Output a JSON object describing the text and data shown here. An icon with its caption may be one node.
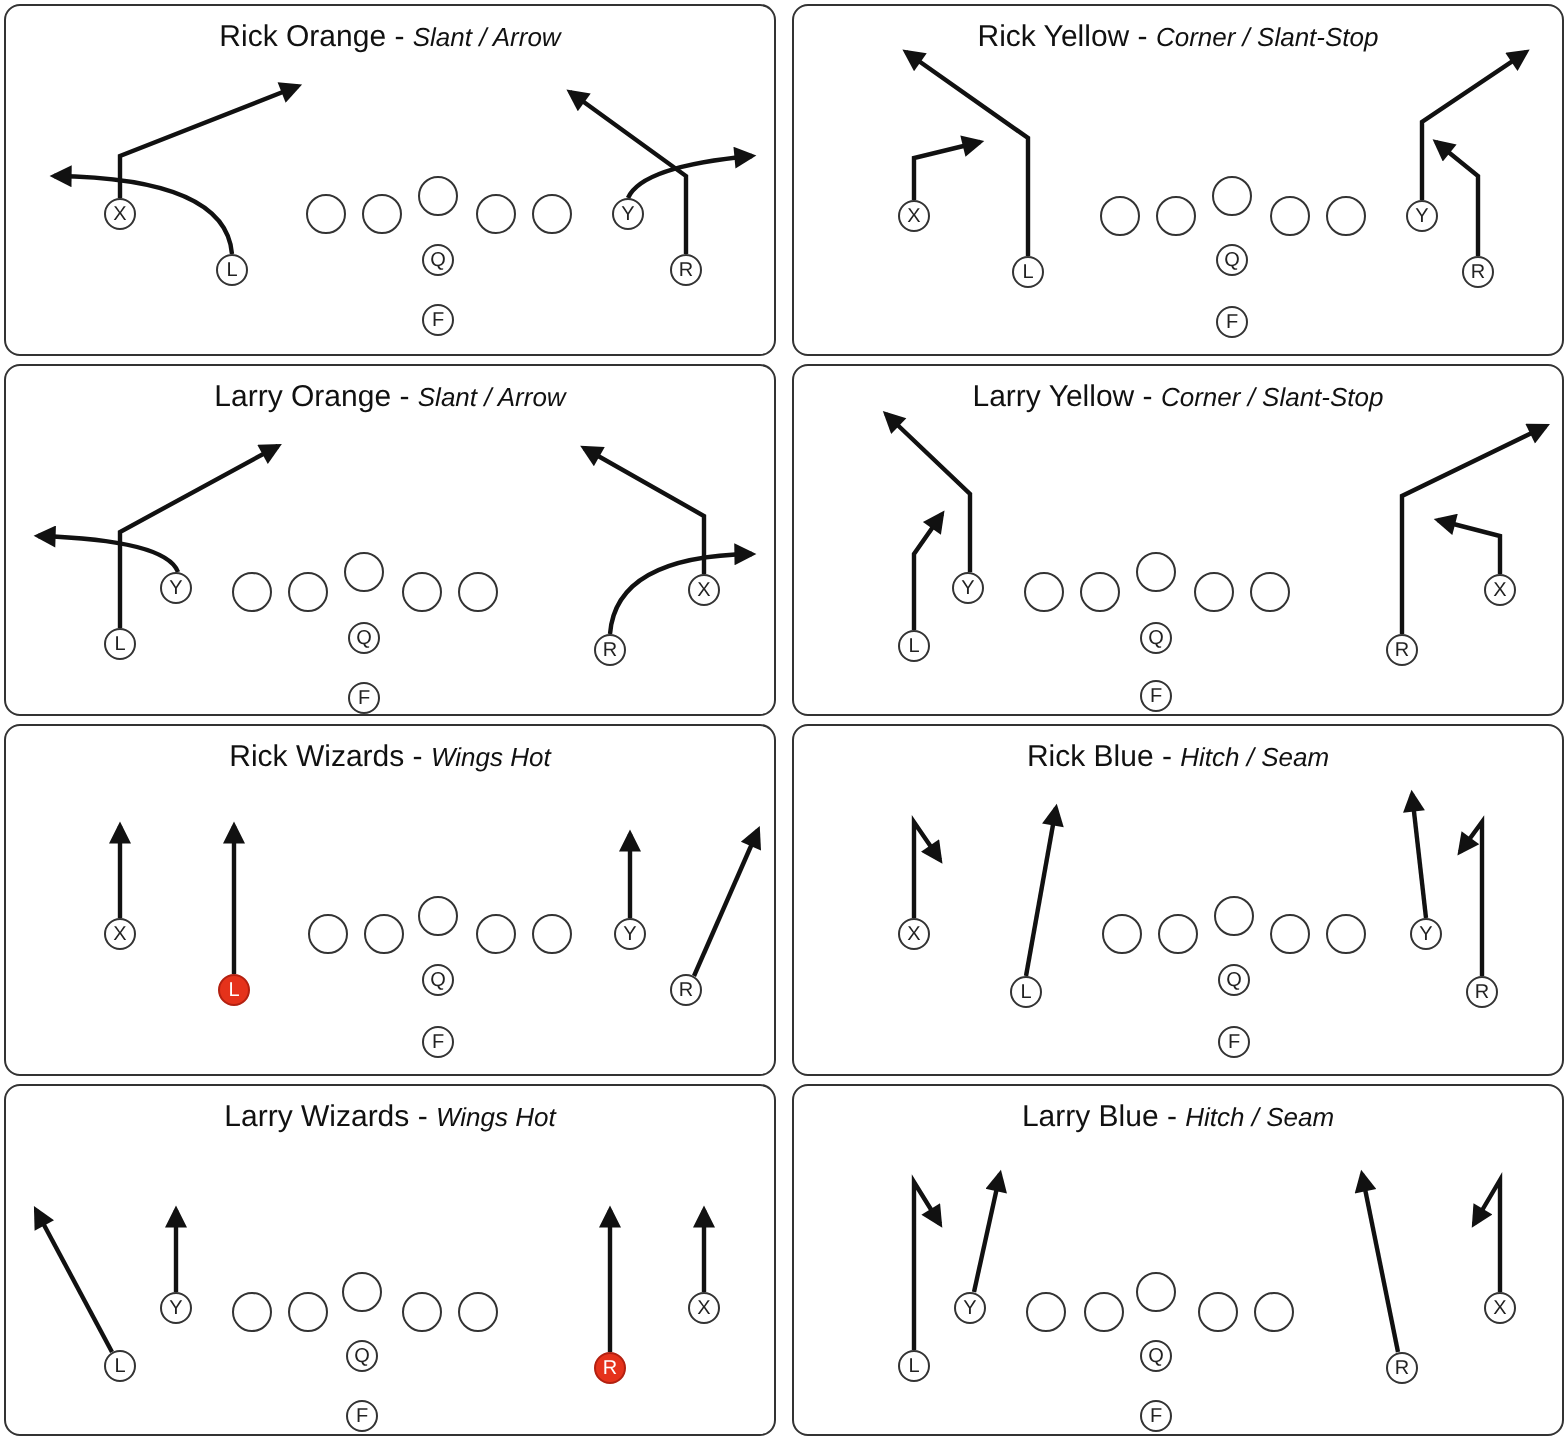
{
  "diagram": {
    "nodes": [
      {
        "text": [
          "Rick Orange - *Slant / Arrow*"
        ]
      },
      {
        "text": [
          "X"
        ],
        "in": 0
      },
      {
        "text": [
          "L"
        ],
        "in": 0
      },
      {
        "text": [],
        "shape": "circle",
        "in": 0
      },
      {
        "text": [],
        "shape": "circle",
        "in": 0
      },
      {
        "text": [],
        "shape": "circle",
        "in": 0
      },
      {
        "text": [],
        "shape": "circle",
        "in": 0
      },
      {
        "text": [],
        "shape": "circle",
        "in": 0
      },
      {
        "text": [
          "Q"
        ],
        "in": 0
      },
      {
        "text": [
          "F"
        ],
        "in": 0
      },
      {
        "text": [
          "Y"
        ],
        "in": 0
      },
      {
        "text": [
          "R"
        ],
        "in": 0
      },
      {
        "text": [
          "Rick Yellow - *Corner / Slant-Stop*"
        ]
      },
      {
        "text": [
          "X"
        ],
        "in": 12
      },
      {
        "text": [
          "L"
        ],
        "in": 12
      },
      {
        "text": [],
        "shape": "circle",
        "in": 12
      },
      {
        "text": [],
        "shape": "circle",
        "in": 12
      },
      {
        "text": [],
        "shape": "circle",
        "in": 12
      },
      {
        "text": [],
        "shape": "circle",
        "in": 12
      },
      {
        "text": [],
        "shape": "circle",
        "in": 12
      },
      {
        "text": [
          "Q"
        ],
        "in": 12
      },
      {
        "text": [
          "F"
        ],
        "in": 12
      },
      {
        "text": [
          "Y"
        ],
        "in": 12
      },
      {
        "text": [
          "R"
        ],
        "in": 12
      },
      {
        "text": [
          "Larry Orange - *Slant / Arrow*"
        ]
      },
      {
        "text": [
          "L"
        ],
        "in": 24
      },
      {
        "text": [
          "Y"
        ],
        "in": 24
      },
      {
        "text": [],
        "shape": "circle",
        "in": 24
      },
      {
        "text": [],
        "shape": "circle",
        "in": 24
      },
      {
        "text": [],
        "shape": "circle",
        "in": 24
      },
      {
        "text": [],
        "shape": "circle",
        "in": 24
      },
      {
        "text": [],
        "shape": "circle",
        "in": 24
      },
      {
        "text": [
          "Q"
        ],
        "in": 24
      },
      {
        "text": [
          "F"
        ],
        "in": 24
      },
      {
        "text": [
          "R"
        ],
        "in": 24
      },
      {
        "text": [
          "X"
        ],
        "in": 24
      },
      {
        "text": [
          "Larry Yellow - *Corner / Slant-Stop*"
        ]
      },
      {
        "text": [
          "L"
        ],
        "in": 36
      },
      {
        "text": [
          "Y"
        ],
        "in": 36
      },
      {
        "text": [],
        "shape": "circle",
        "in": 36
      },
      {
        "text": [],
        "shape": "circle",
        "in": 36
      },
      {
        "text": [],
        "shape": "circle",
        "in": 36
      },
      {
        "text": [],
        "shape": "circle",
        "in": 36
      },
      {
        "text": [],
        "shape": "circle",
        "in": 36
      },
      {
        "text": [
          "Q"
        ],
        "in": 36
      },
      {
        "text": [
          "F"
        ],
        "in": 36
      },
      {
        "text": [
          "R"
        ],
        "in": 36
      },
      {
        "text": [
          "X"
        ],
        "in": 36
      },
      {
        "text": [
          "Rick Wizards - *Wings Hot*"
        ]
      },
      {
        "text": [
          "X"
        ],
        "in": 48
      },
      {
        "text": [
          "L"
        ],
        "in": 48
      },
      {
        "text": [],
        "shape": "circle",
        "in": 48
      },
      {
        "text": [],
        "shape": "circle",
        "in": 48
      },
      {
        "text": [],
        "shape": "circle",
        "in": 48
      },
      {
        "text": [],
        "shape": "circle",
        "in": 48
      },
      {
        "text": [],
        "shape": "circle",
        "in": 48
      },
      {
        "text": [
          "Q"
        ],
        "in": 48
      },
      {
        "text": [
          "F"
        ],
        "in": 48
      },
      {
        "text": [
          "Y"
        ],
        "in": 48
      },
      {
        "text": [
          "R"
        ],
        "in": 48
      },
      {
        "text": [
          "Rick Blue - *Hitch / Seam*"
        ]
      },
      {
        "text": [
          "X"
        ],
        "in": 60
      },
      {
        "text": [
          "L"
        ],
        "in": 60
      },
      {
        "text": [],
        "shape": "circle",
        "in": 60
      },
      {
        "text": [],
        "shape": "circle",
        "in": 60
      },
      {
        "text": [],
        "shape": "circle",
        "in": 60
      },
      {
        "text": [],
        "shape": "circle",
        "in": 60
      },
      {
        "text": [],
        "shape": "circle",
        "in": 60
      },
      {
        "text": [
          "Q"
        ],
        "in": 60
      },
      {
        "text": [
          "F"
        ],
        "in": 60
      },
      {
        "text": [
          "Y"
        ],
        "in": 60
      },
      {
        "text": [
          "R"
        ],
        "in": 60
      },
      {
        "text": [
          "Larry Wizards - *Wings Hot*"
        ]
      },
      {
        "text": [
          "L"
        ],
        "in": 72
      },
      {
        "text": [
          "Y"
        ],
        "in": 72
      },
      {
        "text": [],
        "shape": "circle",
        "in": 72
      },
      {
        "text": [],
        "shape": "circle",
        "in": 72
      },
      {
        "text": [],
        "shape": "circle",
        "in": 72
      },
      {
        "text": [],
        "shape": "circle",
        "in": 72
      },
      {
        "text": [],
        "shape": "circle",
        "in": 72
      },
      {
        "text": [
          "Q"
        ],
        "in": 72
      },
      {
        "text": [
          "F"
        ],
        "in": 72
      },
      {
        "text": [
          "R"
        ],
        "in": 72
      },
      {
        "text": [
          "X"
        ],
        "in": 72
      },
      {
        "text": [
          "Larry Blue - *Hitch / Seam*"
        ]
      },
      {
        "text": [
          "L"
        ],
        "in": 84
      },
      {
        "text": [
          "Y"
        ],
        "in": 84
      },
      {
        "text": [],
        "shape": "circle",
        "in": 84
      },
      {
        "text": [],
        "shape": "circle",
        "in": 84
      },
      {
        "text": [],
        "shape": "circle",
        "in": 84
      },
      {
        "text": [],
        "shape": "circle",
        "in": 84
      },
      {
        "text": [],
        "shape": "circle",
        "in": 84
      },
      {
        "text": [
          "Q"
        ],
        "in": 84
      },
      {
        "text": [
          "F"
        ],
        "in": 84
      },
      {
        "text": [
          "R"
        ],
        "in": 84
      },
      {
        "text": [
          "X"
        ],
        "in": 84
      }
    ],
    "edges": [
      {
        "from": 1,
        "to": null,
        "arrow": "to"
      },
      {
        "from": 2,
        "to": null,
        "arrow": "to"
      },
      {
        "from": 10,
        "to": null,
        "arrow": "to"
      },
      {
        "from": 11,
        "to": null,
        "arrow": "to"
      },
      {
        "from": 13,
        "to": null,
        "arrow": "to"
      },
      {
        "from": 14,
        "to": null,
        "arrow": "to"
      },
      {
        "from": 22,
        "to": null,
        "arrow": "to"
      },
      {
        "from": 23,
        "to": null,
        "arrow": "to"
      },
      {
        "from": 25,
        "to": null,
        "arrow": "to"
      },
      {
        "from": 26,
        "to": null,
        "arrow": "to"
      },
      {
        "from": 34,
        "to": null,
        "arrow": "to"
      },
      {
        "from": 35,
        "to": null,
        "arrow": "to"
      },
      {
        "from": 37,
        "to": null,
        "arrow": "to"
      },
      {
        "from": 38,
        "to": null,
        "arrow": "to"
      },
      {
        "from": 46,
        "to": null,
        "arrow": "to"
      },
      {
        "from": 47,
        "to": null,
        "arrow": "to"
      },
      {
        "from": 49,
        "to": null,
        "arrow": "to"
      },
      {
        "from": 50,
        "to": null,
        "arrow": "to"
      },
      {
        "from": 58,
        "to": null,
        "arrow": "to"
      },
      {
        "from": 59,
        "to": null,
        "arrow": "to"
      },
      {
        "from": 61,
        "to": null,
        "arrow": "to"
      },
      {
        "from": 62,
        "to": null,
        "arrow": "to"
      },
      {
        "from": 70,
        "to": null,
        "arrow": "to"
      },
      {
        "from": 71,
        "to": null,
        "arrow": "to"
      },
      {
        "from": 73,
        "to": null,
        "arrow": "to"
      },
      {
        "from": 74,
        "to": null,
        "arrow": "to"
      },
      {
        "from": 82,
        "to": null,
        "arrow": "to"
      },
      {
        "from": 83,
        "to": null,
        "arrow": "to"
      },
      {
        "from": 85,
        "to": null,
        "arrow": "to"
      },
      {
        "from": 86,
        "to": null,
        "arrow": "to"
      },
      {
        "from": 94,
        "to": null,
        "arrow": "to"
      },
      {
        "from": 95,
        "to": null,
        "arrow": "to"
      }
    ]
  }
}
